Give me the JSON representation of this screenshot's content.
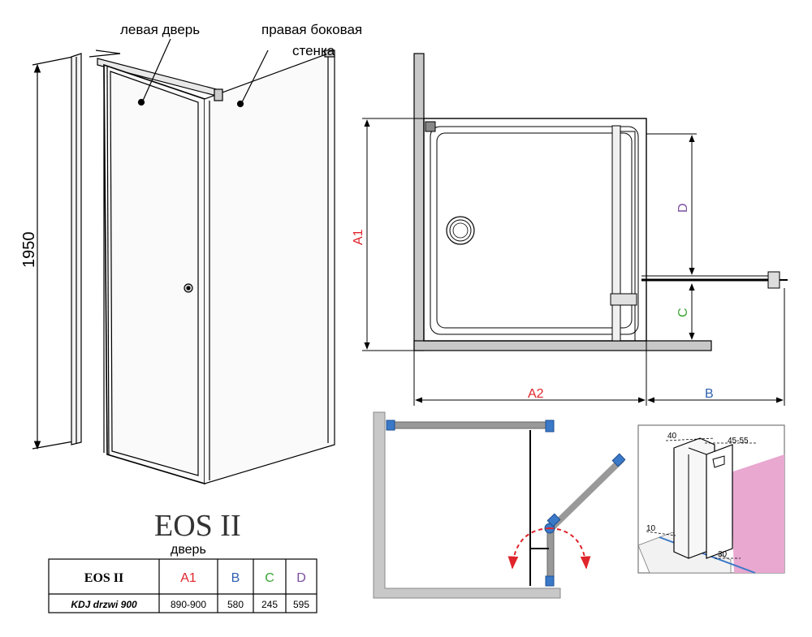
{
  "labels": {
    "left_door": "левая дверь",
    "right_wall_line1": "правая боковая",
    "right_wall_line2": "стенка",
    "height": "1950",
    "a1": "A1",
    "a2": "A2",
    "b": "B",
    "c": "C",
    "d": "D",
    "detail_40": "40",
    "detail_45_55": "45-55",
    "detail_10": "10",
    "detail_30": "30"
  },
  "product": {
    "title": "EOS II",
    "subtitle": "дверь"
  },
  "table": {
    "header": [
      "EOS II",
      "A1",
      "B",
      "C",
      "D"
    ],
    "row": [
      "KDJ drzwi 900",
      "890-900",
      "580",
      "245",
      "595"
    ]
  },
  "colors": {
    "a": "#e0242b",
    "b": "#2f5fb0",
    "c": "#3aa535",
    "d": "#7b4fa0",
    "wall": "#c8c8c8",
    "bracket": "#3a78c8",
    "arrow": "#e0242b",
    "tile": "#e8a8d0"
  }
}
